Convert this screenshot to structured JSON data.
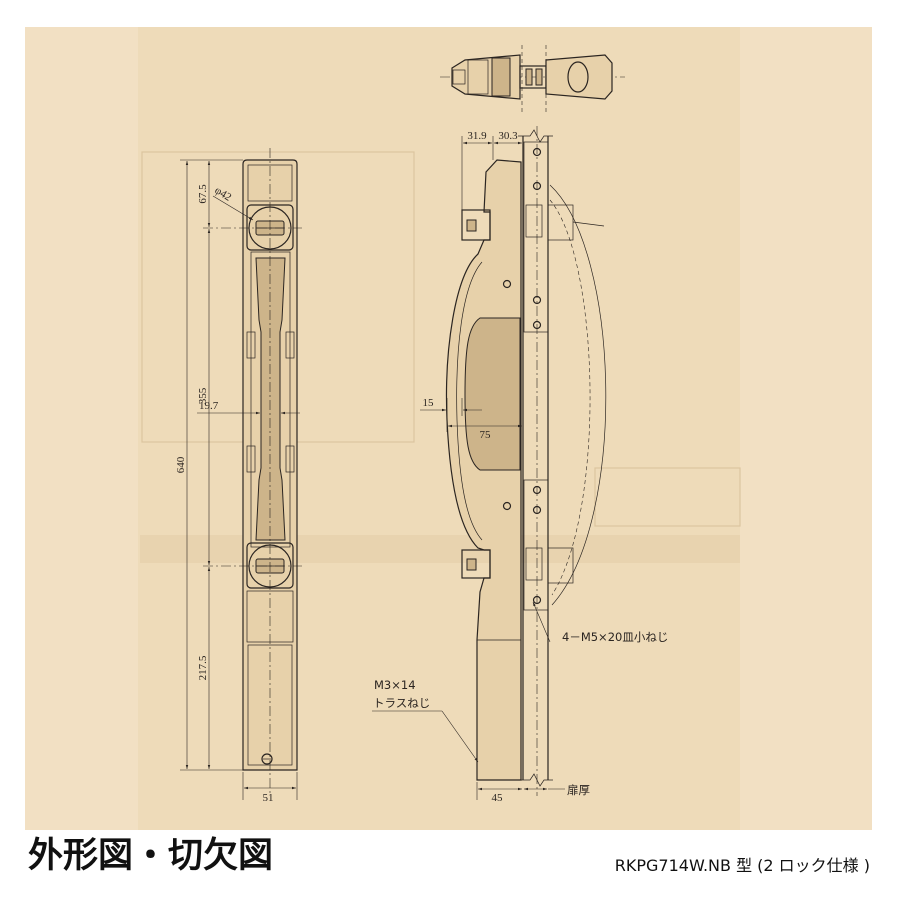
{
  "title": "外形図・切欠図",
  "model": "RKPG714W.NB 型 (2 ロック仕様 )",
  "front_view": {
    "dims": {
      "top_to_lock": "67.5",
      "cylinder_dia": "φ42",
      "lock_pitch": "355",
      "grip_width": "19.7",
      "overall_height": "640",
      "lock_to_bottom": "217.5",
      "body_width": "51"
    }
  },
  "side_view": {
    "dims": {
      "proj_a": "31.9",
      "proj_b": "30.3",
      "grip_clear": "15",
      "grip_depth": "75",
      "base_depth": "45"
    },
    "notes": {
      "screws_main": "4－M5×20皿小ねじ",
      "screw_m3": "M3×14",
      "screw_m3_type": "トラスねじ",
      "door_thickness": "扉厚"
    }
  },
  "colors": {
    "paper": "#eedbb9",
    "paper_light": "#f3e3c7",
    "ink": "#2b2521",
    "body": "#e7d1aa"
  }
}
